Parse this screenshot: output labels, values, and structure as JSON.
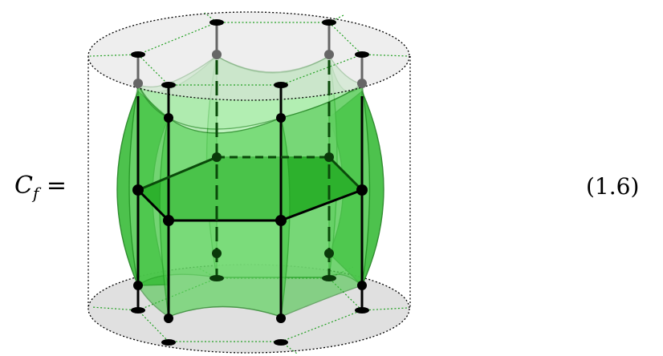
{
  "equation": {
    "lhs_symbol": "C",
    "lhs_subscript": "f",
    "equals": "=",
    "number": "(1.6)"
  },
  "figure": {
    "colors": {
      "disk_fill": "#e0e0e0",
      "sheet_fill": "#5fd35f",
      "sheet_light": "#b6f0b6",
      "sheet_dark": "#1b9e1b",
      "sheet_stroke": "#0e7a0e",
      "dotted_green": "#22a022",
      "vertex": "#000000"
    }
  }
}
